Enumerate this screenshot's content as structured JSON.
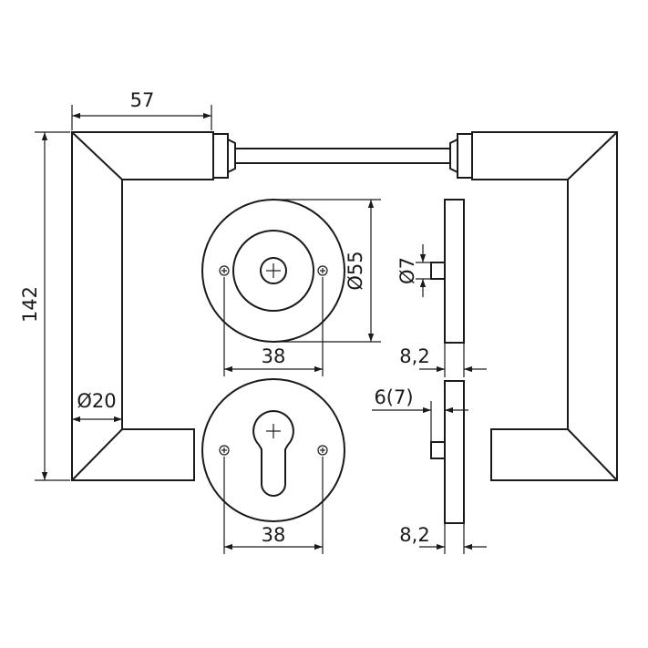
{
  "labels": {
    "handle_projection": "57",
    "handle_height": "142",
    "handle_diameter": "Ø20",
    "rosette_diameter": "Ø55",
    "screw_spacing_top": "38",
    "screw_spacing_bottom": "38",
    "spindle_diameter": "Ø7",
    "rosette_thickness_top": "8,2",
    "rosette_thickness_bottom": "8,2",
    "cylinder_projection": "6(7)"
  },
  "colors": {
    "line": "#1a1a1a",
    "background": "#ffffff"
  }
}
